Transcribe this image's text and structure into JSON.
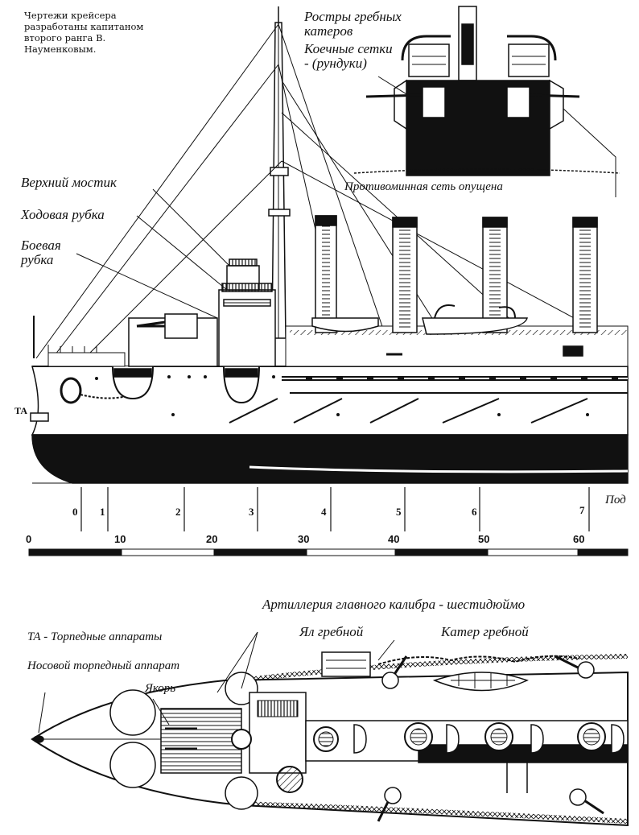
{
  "caption": "Чертежи крейсера разработаны капитаном второго ранга В. Науменковым.",
  "labels": {
    "rostry": "Ростры гребных катеров",
    "koechnye": "Коечные сетки - (рундуки)",
    "protivominnaya": "Противоминная сеть опущена",
    "verkhniy_mostik": "Верхний мостик",
    "khodovaya_rubka": "Ходовая рубка",
    "boevaya_rubka": "Боевая рубка",
    "ta_bow": "ТА",
    "pod": "Под",
    "artilleriya": "Артиллерия главного калибра - шестидюймо",
    "ta_legend": "ТА - Торпедные аппараты",
    "yal": "Ял гребной",
    "kater": "Катер гребной",
    "nosovoy": "Носовой торпедный аппарат",
    "yakor": "Якорь"
  },
  "frame_numbers": [
    "0",
    "1",
    "2",
    "3",
    "4",
    "5",
    "6",
    "7"
  ],
  "scale_numbers": [
    "0",
    "10",
    "20",
    "30",
    "40",
    "50",
    "60"
  ]
}
